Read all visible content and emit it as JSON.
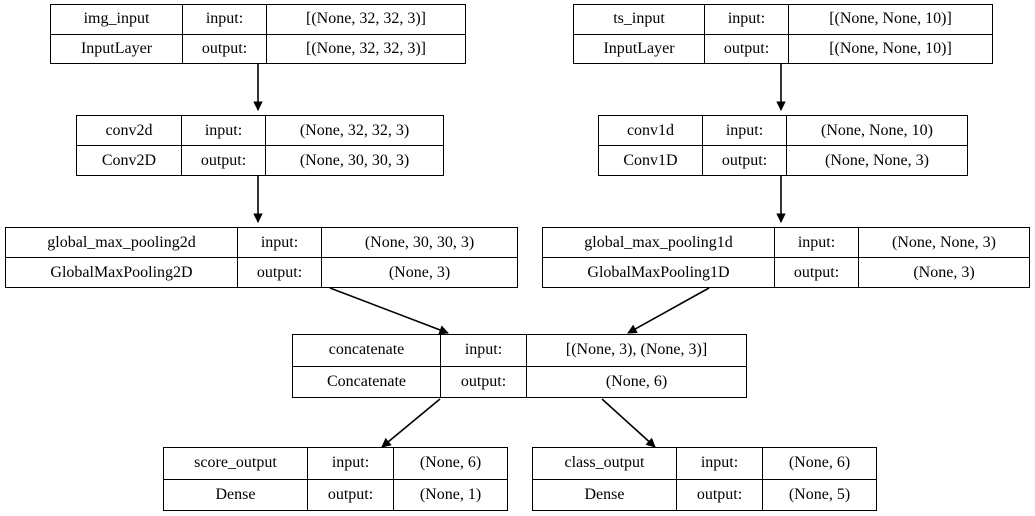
{
  "diagram": {
    "title": "Keras multi-input multi-output model graph",
    "type": "model-architecture",
    "edge_color": "#000000",
    "node_border_color": "#000000",
    "node_fill_color": "#ffffff",
    "background_color": "#ffffff",
    "col_labels": {
      "input": "input:",
      "output": "output:"
    },
    "nodes": [
      {
        "id": "img_input",
        "name": "img_input",
        "class_name": "InputLayer",
        "input_shape": "[(None, 32, 32, 3)]",
        "output_shape": "[(None, 32, 32, 3)]"
      },
      {
        "id": "ts_input",
        "name": "ts_input",
        "class_name": "InputLayer",
        "input_shape": "[(None, None, 10)]",
        "output_shape": "[(None, None, 10)]"
      },
      {
        "id": "conv2d",
        "name": "conv2d",
        "class_name": "Conv2D",
        "input_shape": "(None, 32, 32, 3)",
        "output_shape": "(None, 30, 30, 3)"
      },
      {
        "id": "conv1d",
        "name": "conv1d",
        "class_name": "Conv1D",
        "input_shape": "(None, None, 10)",
        "output_shape": "(None, None, 3)"
      },
      {
        "id": "global_max_pooling2d",
        "name": "global_max_pooling2d",
        "class_name": "GlobalMaxPooling2D",
        "input_shape": "(None, 30, 30, 3)",
        "output_shape": "(None, 3)"
      },
      {
        "id": "global_max_pooling1d",
        "name": "global_max_pooling1d",
        "class_name": "GlobalMaxPooling1D",
        "input_shape": "(None, None, 3)",
        "output_shape": "(None, 3)"
      },
      {
        "id": "concatenate",
        "name": "concatenate",
        "class_name": "Concatenate",
        "input_shape": "[(None, 3), (None, 3)]",
        "output_shape": "(None, 6)"
      },
      {
        "id": "score_output",
        "name": "score_output",
        "class_name": "Dense",
        "input_shape": "(None, 6)",
        "output_shape": "(None, 1)"
      },
      {
        "id": "class_output",
        "name": "class_output",
        "class_name": "Dense",
        "input_shape": "(None, 6)",
        "output_shape": "(None, 5)"
      }
    ],
    "edges": [
      {
        "from": "img_input",
        "to": "conv2d"
      },
      {
        "from": "ts_input",
        "to": "conv1d"
      },
      {
        "from": "conv2d",
        "to": "global_max_pooling2d"
      },
      {
        "from": "conv1d",
        "to": "global_max_pooling1d"
      },
      {
        "from": "global_max_pooling2d",
        "to": "concatenate"
      },
      {
        "from": "global_max_pooling1d",
        "to": "concatenate"
      },
      {
        "from": "concatenate",
        "to": "score_output"
      },
      {
        "from": "concatenate",
        "to": "class_output"
      }
    ]
  }
}
